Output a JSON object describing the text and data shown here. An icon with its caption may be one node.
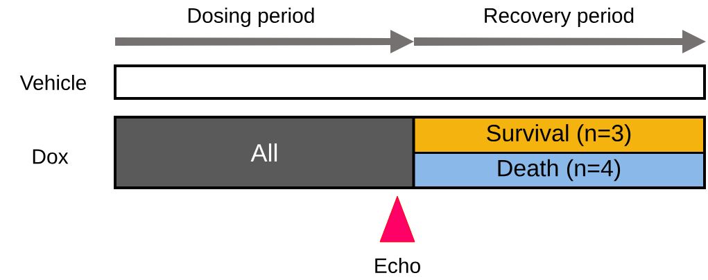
{
  "diagram": {
    "nodes": [
      {
        "text": [],
        "shape": "bar",
        "beside": [
          "Vehicle"
        ]
      },
      {
        "text": [],
        "shape": "bar",
        "beside": [
          "Dox"
        ]
      },
      {
        "text": [
          "All"
        ],
        "in": 1
      },
      {
        "text": [
          "Survival (n=3)"
        ],
        "in": 1
      },
      {
        "text": [
          "Death (n=4)"
        ],
        "in": 1
      }
    ],
    "edges": [],
    "labels": [
      "Dosing period",
      "Recovery period",
      "Echo"
    ]
  }
}
